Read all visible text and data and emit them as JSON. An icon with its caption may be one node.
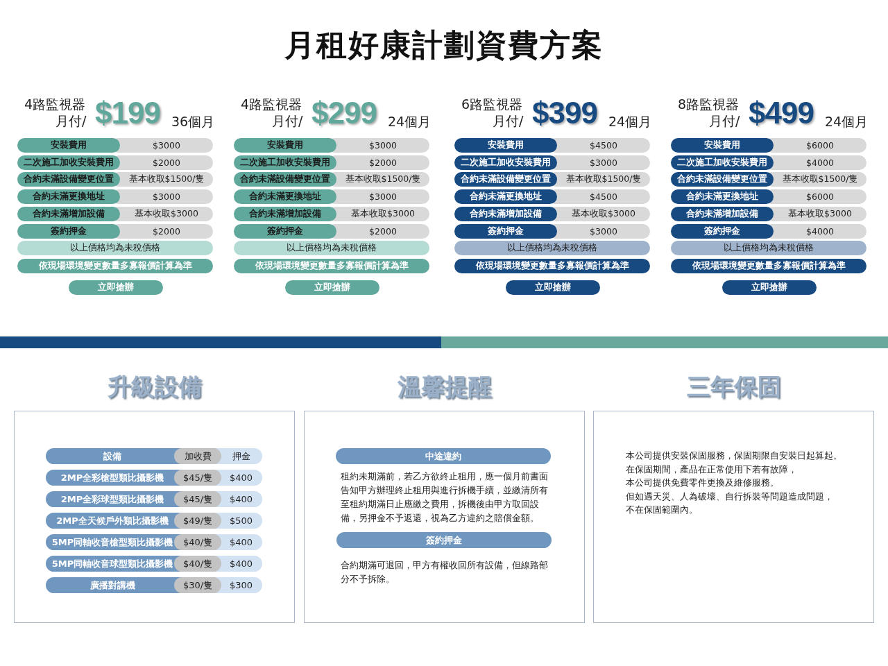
{
  "diagram": {
    "title": "月租好康計劃資費方案",
    "nodes": [
      {
        "text": [
          "升級設備"
        ]
      },
      {
        "text": [
          "溫馨提醒"
        ]
      },
      {
        "text": [
          "三年保固"
        ]
      }
    ],
    "labels": [
      "4路監視器",
      "月付/",
      "$199",
      "36個月",
      "安裝費用",
      "$3000",
      "二次施工加收安裝費用",
      "$2000",
      "合約未滿設備變更位置",
      "基本收取$1500/隻",
      "合約未滿更換地址",
      "$3000",
      "合約未滿增加設備",
      "基本收取$3000",
      "簽約押金",
      "$2000",
      "以上價格均為未稅價格",
      "依現場環境變更數量多寡報價計算為準",
      "立即搶辦",
      "4路監視器",
      "月付/",
      "$299",
      "24個月",
      "安裝費用",
      "$3000",
      "二次施工加收安裝費用",
      "$2000",
      "合約未滿設備變更位置",
      "基本收取$1500/隻",
      "合約未滿更換地址",
      "$3000",
      "合約未滿增加設備",
      "基本收取$3000",
      "簽約押金",
      "$2000",
      "以上價格均為未稅價格",
      "依現場環境變更數量多寡報價計算為準",
      "立即搶辦",
      "6路監視器",
      "月付/",
      "$399",
      "24個月",
      "安裝費用",
      "$4500",
      "二次施工加收安裝費用",
      "$3000",
      "合約未滿設備變更位置",
      "基本收取$1500/隻",
      "合約未滿更換地址",
      "$4500",
      "合約未滿增加設備",
      "基本收取$3000",
      "簽約押金",
      "$3000",
      "以上價格均為未稅價格",
      "依現場環境變更數量多寡報價計算為準",
      "立即搶辦",
      "8路監視器",
      "月付/",
      "$499",
      "24個月",
      "安裝費用",
      "$6000",
      "二次施工加收安裝費用",
      "$4000",
      "合約未滿設備變更位置",
      "基本收取$1500/隻",
      "合約未滿更換地址",
      "$6000",
      "合約未滿增加設備",
      "基本收取$3000",
      "簽約押金",
      "$4000",
      "以上價格均為未稅價格",
      "依現場環境變更數量多寡報價計算為準",
      "立即搶辦",
      "設備",
      "加收費",
      "押金",
      "2MP全彩槍型類比攝影機",
      "$45/隻",
      "$400",
      "2MP全彩球型類比攝影機",
      "$45/隻",
      "$400",
      "2MP全天候戶外類比攝影機",
      "$49/隻",
      "$500",
      "5MP同軸收音槍型類比攝影機",
      "$40/隻",
      "$400",
      "5MP同軸收音球型類比攝影機",
      "$40/隻",
      "$400",
      "廣播對講機",
      "$30/隻",
      "$300",
      "中途違約",
      "租約未期滿前，若乙方欲終止租用，應一個月前書面告知甲方辦理終止租用與進行拆機手續，並繳清所有至租約期滿日止應繳之費用，拆機後由甲方取回設備，另押金不予返還，視為乙方違約之賠償金額。",
      "簽約押金",
      "合約期滿可退回，甲方有權收回所有設備，但線路部分不予拆除。",
      "本公司提供安裝保固服務，保固期限自安裝日起算起。",
      "在保固期間，產品在正常使用下若有故障，",
      "本公司提供免費零件更換及維修服務。",
      "但如遇天災、人為破壞、自行拆裝等問題造成問題，",
      "不在保固範圍內。"
    ]
  }
}
